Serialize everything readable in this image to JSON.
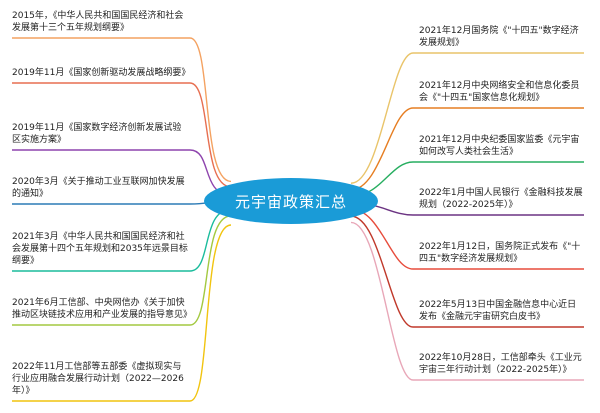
{
  "center": {
    "label": "元宇宙政策汇总",
    "fill": "#1a9bd7"
  },
  "left_items": [
    {
      "text": "2015年，《中华人民共和国国民经济和社会发展第十三个五年规划纲要》",
      "color": "#f4a261"
    },
    {
      "text": "2019年11月《国家创新驱动发展战略纲要》",
      "color": "#e76f51"
    },
    {
      "text": "2019年11月《国家数字经济创新发展试验区实施方案》",
      "color": "#8e44ad"
    },
    {
      "text": "2020年3月《关于推动工业互联网加快发展的通知》",
      "color": "#2c7bb6"
    },
    {
      "text": "2021年3月《中华人民共和国国民经济和社会发展第十四个五年规划和2035年远景目标纲要》",
      "color": "#1abc9c"
    },
    {
      "text": "2021年6月工信部、中央网信办《关于加快推动区块链技术应用和产业发展的指导意见》",
      "color": "#a3c940"
    },
    {
      "text": "2022年11月工信部等五部委《虚拟现实与行业应用融合发展行动计划（2022—2026年）》",
      "color": "#f1c40f"
    }
  ],
  "right_items": [
    {
      "text": "2021年12月国务院《\"十四五\"数字经济发展规划》",
      "color": "#e9c46a"
    },
    {
      "text": "2021年12月中央网络安全和信息化委员会《\"十四五\"国家信息化规划》",
      "color": "#e67e22"
    },
    {
      "text": "2021年12月中央纪委国家监委《元宇宙如何改写人类社会生活》",
      "color": "#27ae60"
    },
    {
      "text": "2022年1月中国人民银行《金融科技发展规划（2022-2025年）》",
      "color": "#6c3483"
    },
    {
      "text": "2022年1月12日，国务院正式发布《\"十四五\"数字经济发展规划》",
      "color": "#e74c3c"
    },
    {
      "text": "2022年5月13日中国金融信息中心近日发布《金融元宇宙研究白皮书》",
      "color": "#c0392b"
    },
    {
      "text": "2022年10月28日，工信部牵头《工业元宇宙三年行动计划（2022-2025年）》",
      "color": "#e8a7b8"
    }
  ]
}
